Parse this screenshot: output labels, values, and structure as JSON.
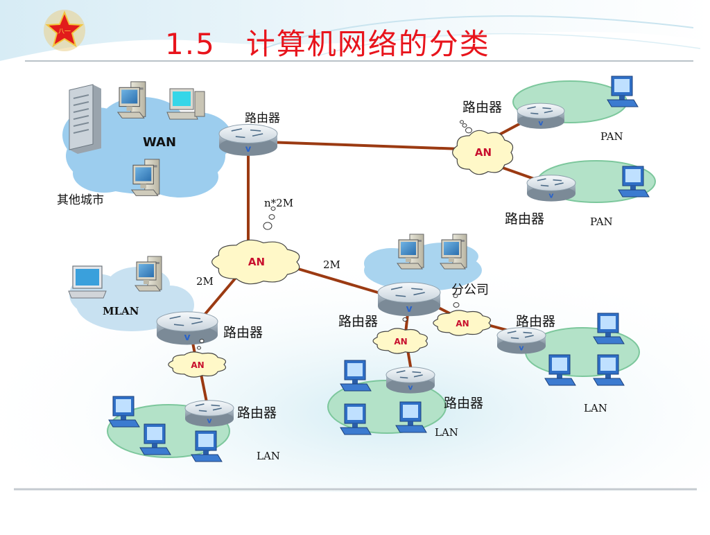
{
  "slide": {
    "title_number": "1.5",
    "title_text": "计算机网络的分类",
    "colors": {
      "title": "#e8141c",
      "link": "#9b3a12",
      "cloud_blue": "#9ccdee",
      "ellipse_green": "#b3e2c8",
      "an_fill": "#fff8c8",
      "an_text": "#c8102e",
      "router": "#dfe6ec"
    }
  },
  "labels": {
    "wan": "WAN",
    "other_city": "其他城市",
    "router": "路由器",
    "pan": "PAN",
    "mlan": "MLAN",
    "lan": "LAN",
    "branch": "分公司",
    "an": "AN",
    "router_badge": "v",
    "bw_n2m": "n*2M",
    "bw_2m": "2M"
  },
  "icons": [
    "star-logo-icon",
    "server-icon",
    "desktop-computer-icon",
    "router-icon",
    "cloud-icon",
    "laptop-icon"
  ]
}
